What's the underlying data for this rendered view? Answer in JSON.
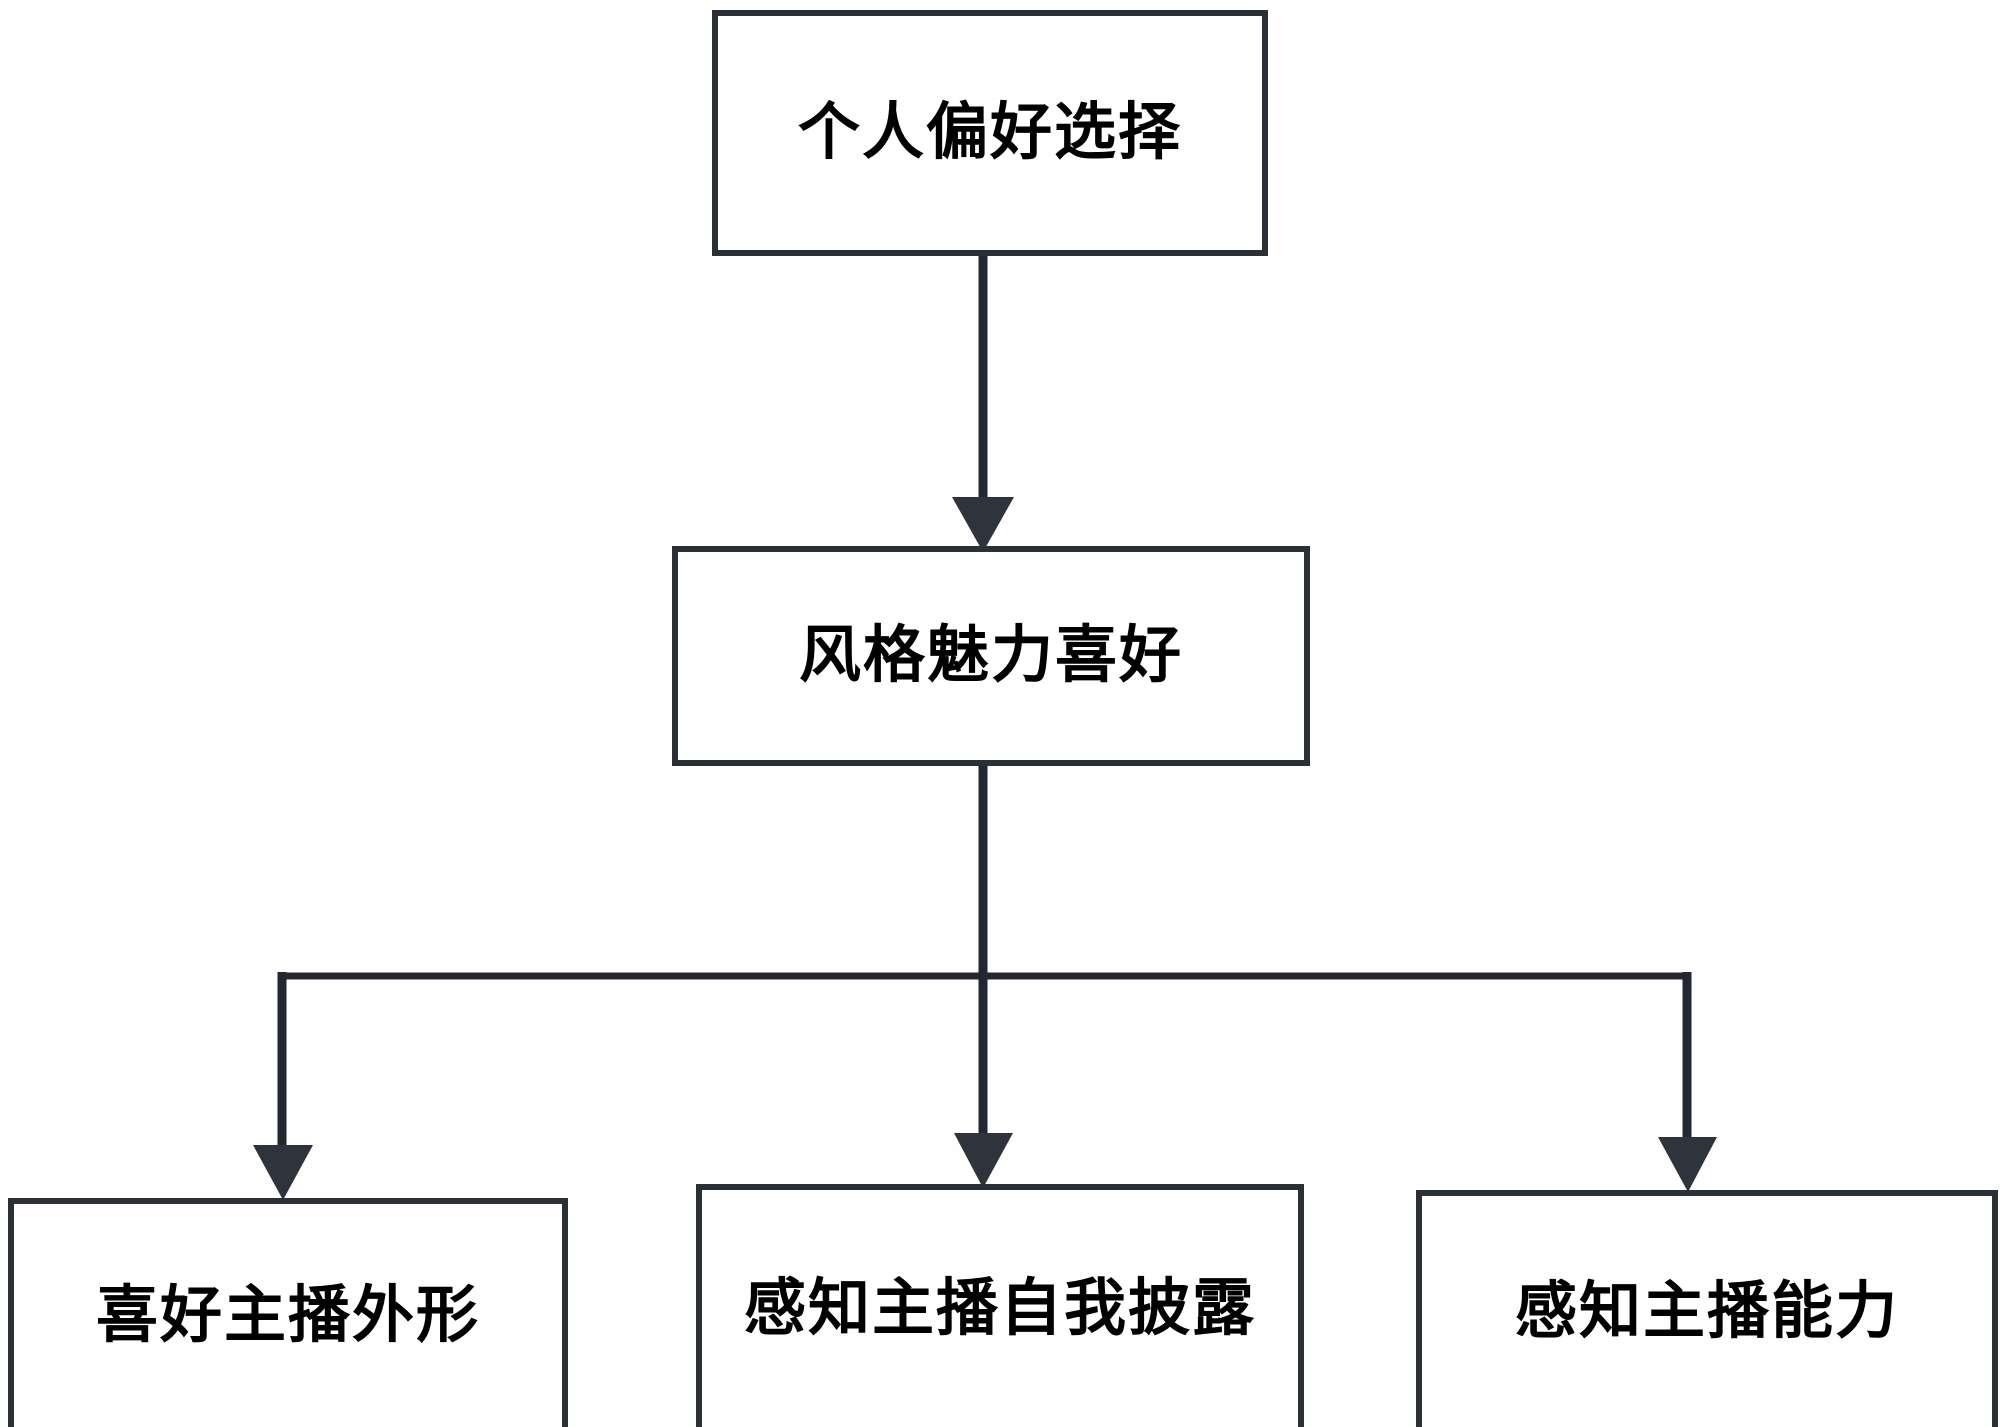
{
  "diagram": {
    "type": "flowchart",
    "orientation": "top-down",
    "title": "",
    "nodes": [
      {
        "id": "root",
        "label": "个人偏好选择",
        "level": 1
      },
      {
        "id": "style",
        "label": "风格魅力喜好",
        "level": 2
      },
      {
        "id": "leaf1",
        "label": "喜好主播外形",
        "level": 3
      },
      {
        "id": "leaf2",
        "label": "感知主播自我披露",
        "level": 3
      },
      {
        "id": "leaf3",
        "label": "感知主播能力",
        "level": 3
      }
    ],
    "edges": [
      {
        "from": "root",
        "to": "style",
        "style": "straight-arrow"
      },
      {
        "from": "style",
        "to": "leaf1",
        "style": "elbow-arrow"
      },
      {
        "from": "style",
        "to": "leaf2",
        "style": "straight-arrow"
      },
      {
        "from": "style",
        "to": "leaf3",
        "style": "elbow-arrow"
      }
    ],
    "colors": {
      "node_border": "#2b2f38",
      "node_fill": "#ffffff",
      "edge": "#23272f",
      "text": "#000000",
      "background": "#fefefe"
    }
  }
}
